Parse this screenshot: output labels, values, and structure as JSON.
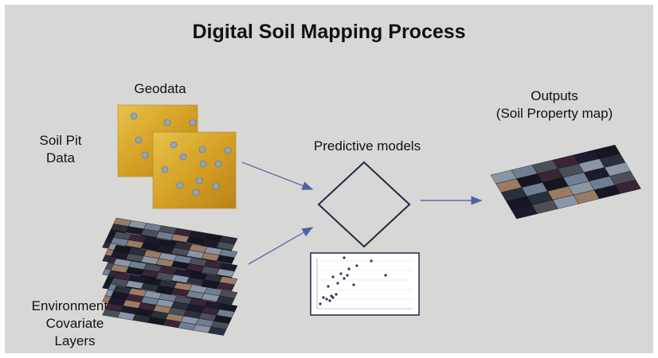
{
  "title": "Digital Soil Mapping Process",
  "labels": {
    "geodata": "Geodata",
    "soil_pit_line1": "Soil Pit",
    "soil_pit_line2": "Data",
    "predictive_models": "Predictive models",
    "outputs_line1": "Outputs",
    "outputs_line2": "(Soil Property map)",
    "env_line1": "Environmental",
    "env_line2": "Covariate",
    "env_line3": "Layers"
  },
  "colors": {
    "background": "#d7d7d5",
    "gold_panel": "#d9a82a",
    "point": "#8fa6bd",
    "arrow": "#5b6fa8",
    "diamond": "#1e2a4a"
  }
}
